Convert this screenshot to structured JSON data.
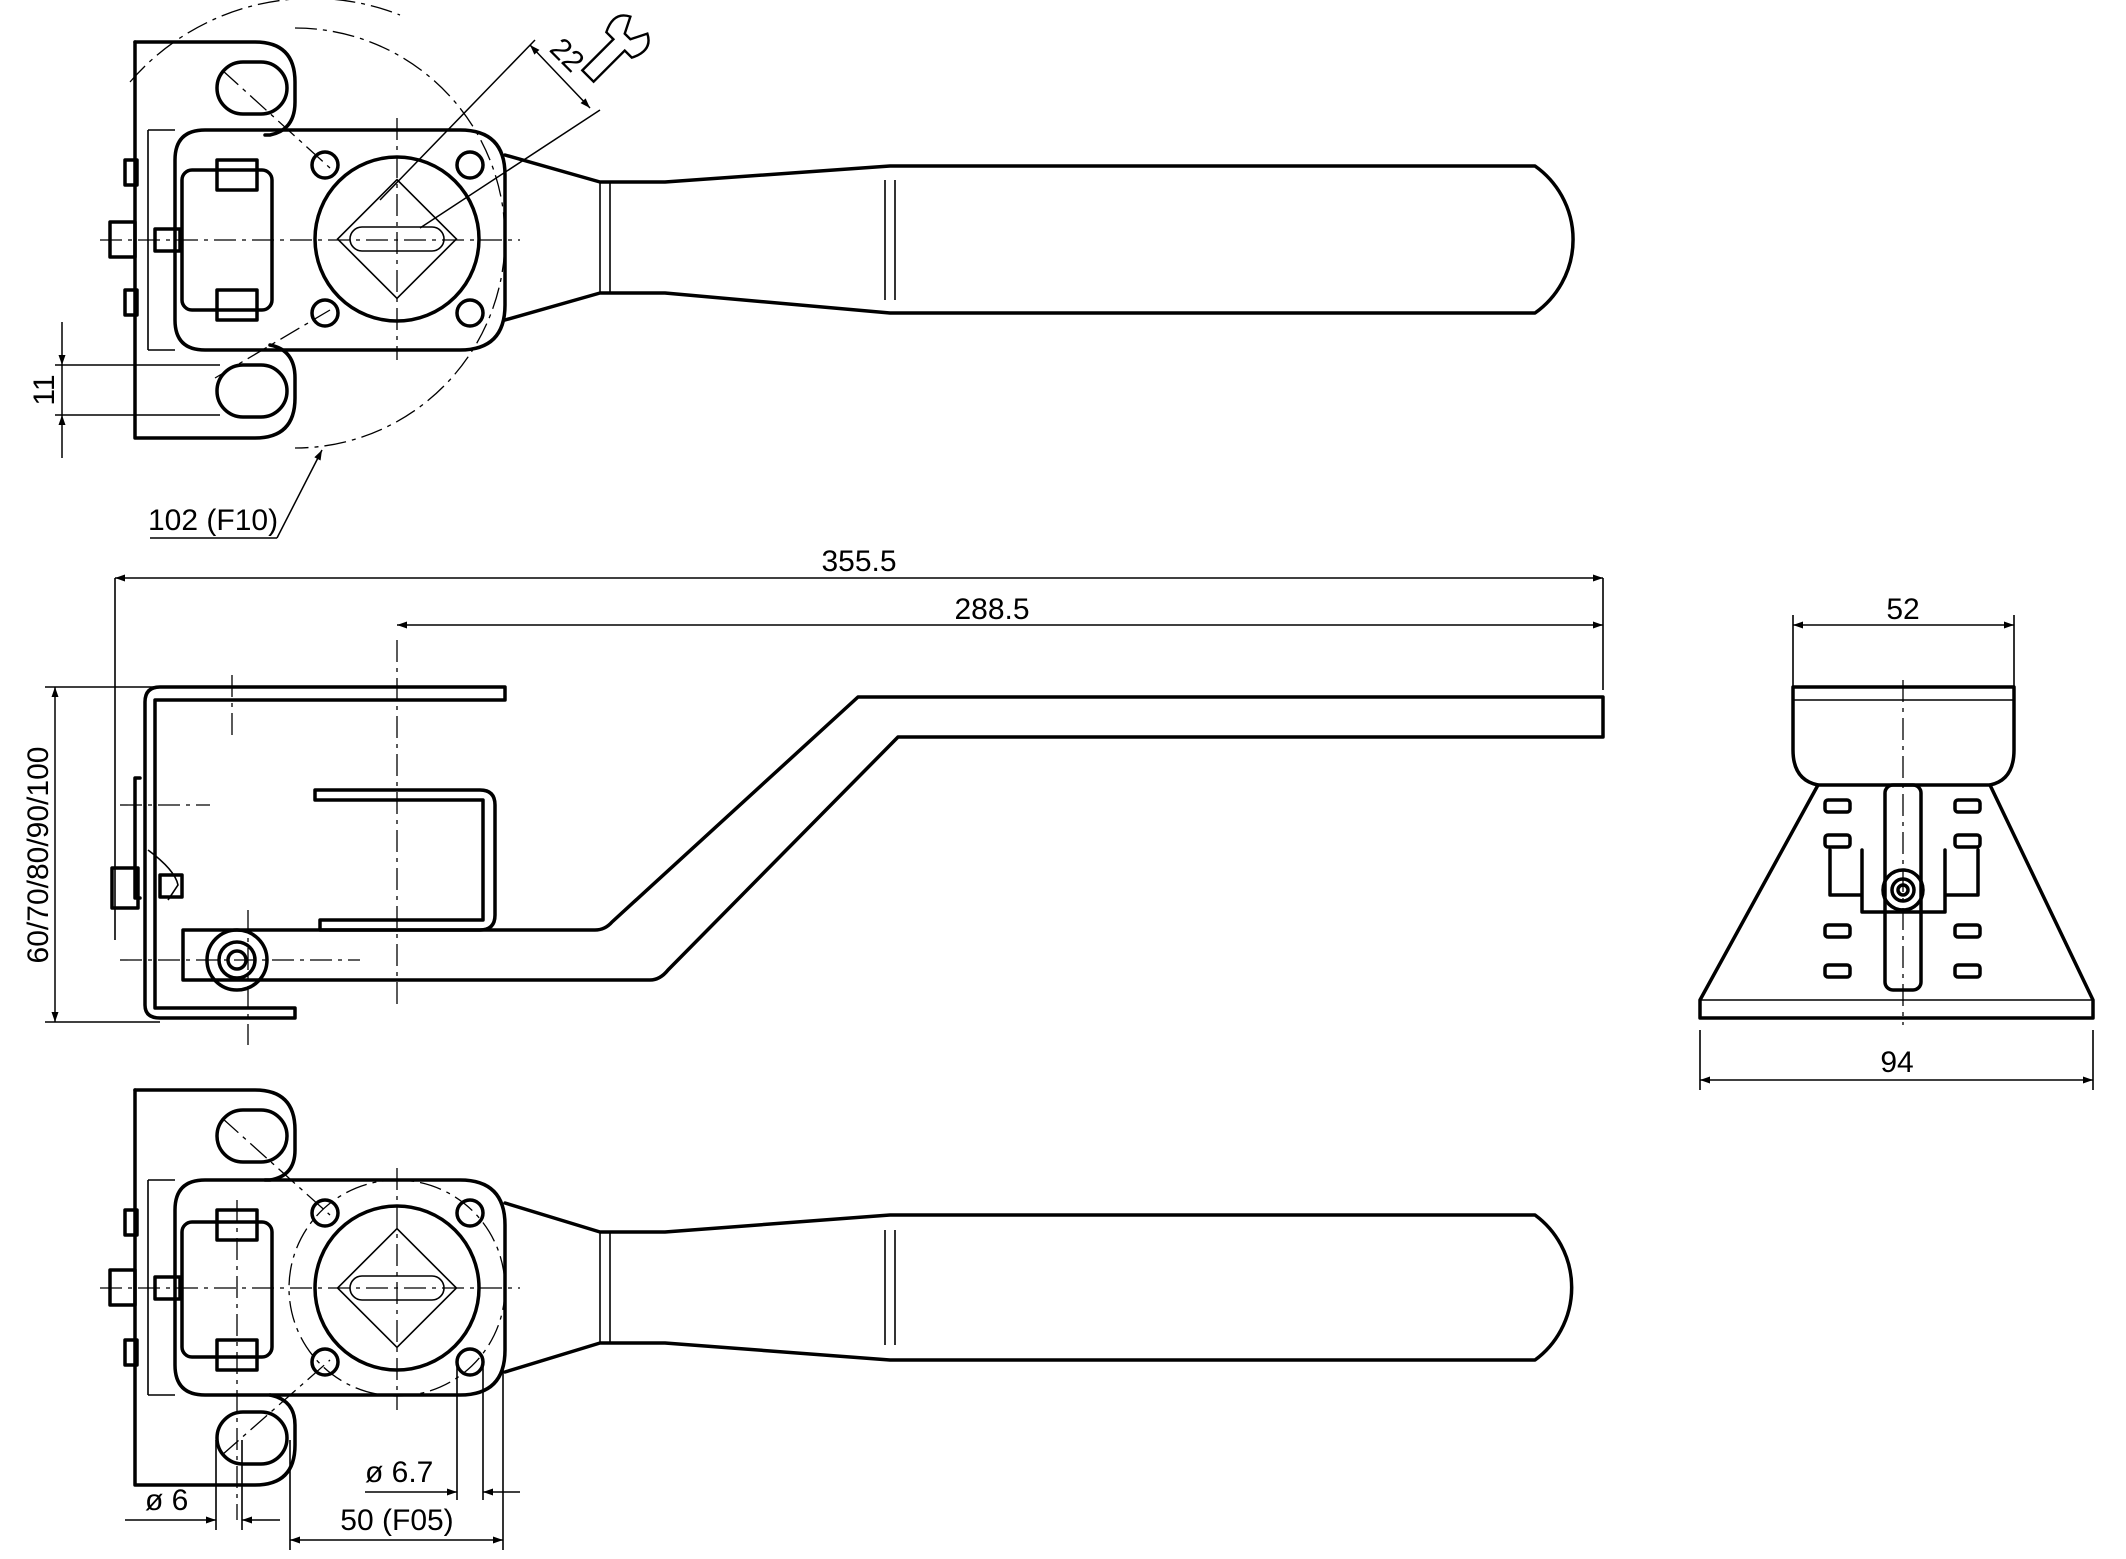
{
  "dimensions": {
    "wrench_size": "22",
    "top_height": "11",
    "bolt_circle_f10": "102 (F10)",
    "overall_length": "355.5",
    "lever_length": "288.5",
    "heights": "60/70/80/90/100",
    "top_width": "52",
    "base_width": "94",
    "hole_dia_small": "ø 6.7",
    "hole_dia": "ø 6",
    "bolt_circle_f05": "50 (F05)"
  },
  "icons": [
    "wrench-icon"
  ]
}
